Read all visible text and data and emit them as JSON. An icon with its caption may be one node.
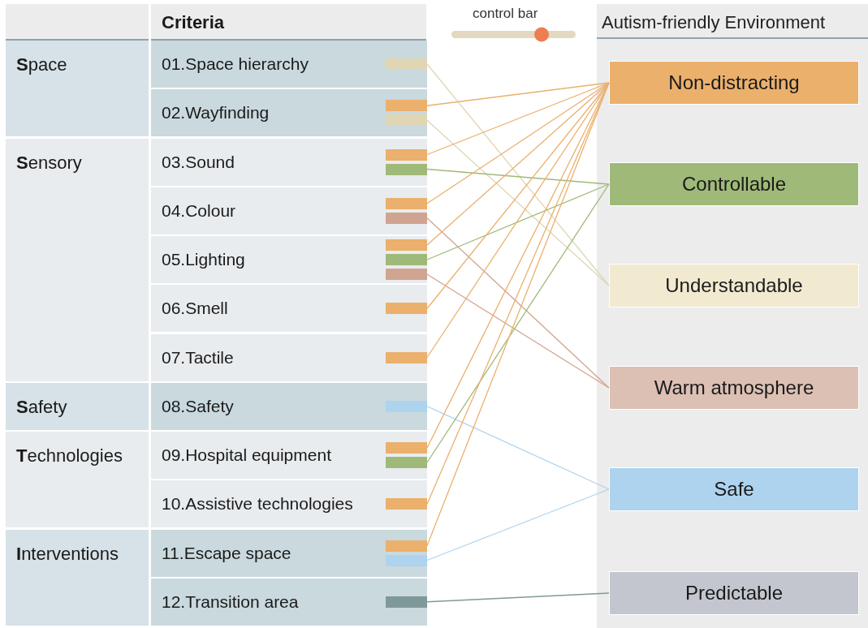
{
  "diagram": {
    "nodes": [
      {
        "text": [
          "Criteria"
        ]
      },
      {
        "text": [
          "**S**pace"
        ]
      },
      {
        "text": [
          "01.Space hierarchy"
        ]
      },
      {
        "text": [],
        "shape": "bar",
        "in": 2
      },
      {
        "text": [
          "02.Wayfinding"
        ]
      },
      {
        "text": [],
        "shape": "bar",
        "in": 4
      },
      {
        "text": [],
        "shape": "bar",
        "in": 4
      },
      {
        "text": [
          "**S**ensory"
        ]
      },
      {
        "text": [
          "03.Sound"
        ]
      },
      {
        "text": [],
        "shape": "bar",
        "in": 8
      },
      {
        "text": [],
        "shape": "bar",
        "in": 8
      },
      {
        "text": [
          "04.Colour"
        ]
      },
      {
        "text": [],
        "shape": "bar",
        "in": 11
      },
      {
        "text": [],
        "shape": "bar",
        "in": 11
      },
      {
        "text": [
          "05.Lighting"
        ]
      },
      {
        "text": [],
        "shape": "bar",
        "in": 14
      },
      {
        "text": [],
        "shape": "bar",
        "in": 14
      },
      {
        "text": [],
        "shape": "bar",
        "in": 14
      },
      {
        "text": [
          "06.Smell"
        ]
      },
      {
        "text": [],
        "shape": "bar",
        "in": 18
      },
      {
        "text": [
          "07.Tactile"
        ]
      },
      {
        "text": [],
        "shape": "bar",
        "in": 20
      },
      {
        "text": [
          "**S**afety"
        ]
      },
      {
        "text": [
          "08.Safety"
        ]
      },
      {
        "text": [],
        "shape": "bar",
        "in": 23
      },
      {
        "text": [
          "**T**echnologies"
        ]
      },
      {
        "text": [
          "09.Hospital equipment"
        ]
      },
      {
        "text": [],
        "shape": "bar",
        "in": 26
      },
      {
        "text": [],
        "shape": "bar",
        "in": 26
      },
      {
        "text": [
          "10.Assistive technologies"
        ]
      },
      {
        "text": [],
        "shape": "bar",
        "in": 29
      },
      {
        "text": [
          "**I**nterventions"
        ]
      },
      {
        "text": [
          "11.Escape space"
        ]
      },
      {
        "text": [],
        "shape": "bar",
        "in": 32
      },
      {
        "text": [],
        "shape": "bar",
        "in": 32
      },
      {
        "text": [
          "12.Transition area"
        ]
      },
      {
        "text": [],
        "shape": "bar",
        "in": 35
      },
      {
        "text": [
          "Autism-friendly Environment"
        ]
      },
      {
        "text": [
          "Non-distracting"
        ],
        "in": 37
      },
      {
        "text": [
          "Controllable"
        ],
        "in": 37
      },
      {
        "text": [
          "Understandable"
        ],
        "in": 37
      },
      {
        "text": [
          "Warm atmosphere"
        ],
        "in": 37
      },
      {
        "text": [
          "Safe"
        ],
        "in": 37
      },
      {
        "text": [
          "Predictable"
        ],
        "in": 37
      }
    ],
    "edges": [
      {
        "from": 3,
        "to": 40,
        "arrow": "none",
        "color": "#e0d6b4"
      },
      {
        "from": 5,
        "to": 38,
        "arrow": "none"
      },
      {
        "from": 6,
        "to": 40,
        "arrow": "none",
        "color": "#e0d6b4"
      },
      {
        "from": 9,
        "to": 38,
        "arrow": "none"
      },
      {
        "from": 10,
        "to": 39,
        "arrow": "none",
        "color": "#9fba78"
      },
      {
        "from": 12,
        "to": 38,
        "arrow": "none"
      },
      {
        "from": 13,
        "to": 41,
        "arrow": "none",
        "color": "#d0a491"
      },
      {
        "from": 15,
        "to": 38,
        "arrow": "none"
      },
      {
        "from": 16,
        "to": 39,
        "arrow": "none",
        "color": "#9fba78"
      },
      {
        "from": 17,
        "to": 41,
        "arrow": "none",
        "color": "#d0a491"
      },
      {
        "from": 19,
        "to": 38,
        "arrow": "none"
      },
      {
        "from": 21,
        "to": 38,
        "arrow": "none"
      },
      {
        "from": 24,
        "to": 42,
        "arrow": "none",
        "color": "#add3ee"
      },
      {
        "from": 27,
        "to": 38,
        "arrow": "none"
      },
      {
        "from": 28,
        "to": 39,
        "arrow": "none",
        "color": "#9fba78"
      },
      {
        "from": 30,
        "to": 38,
        "arrow": "none"
      },
      {
        "from": 33,
        "to": 38,
        "arrow": "none"
      },
      {
        "from": 34,
        "to": 42,
        "arrow": "none",
        "color": "#add3ee"
      },
      {
        "from": 36,
        "to": 43,
        "arrow": "none",
        "color": "#7f9999"
      }
    ],
    "labels": [
      "control bar"
    ]
  }
}
